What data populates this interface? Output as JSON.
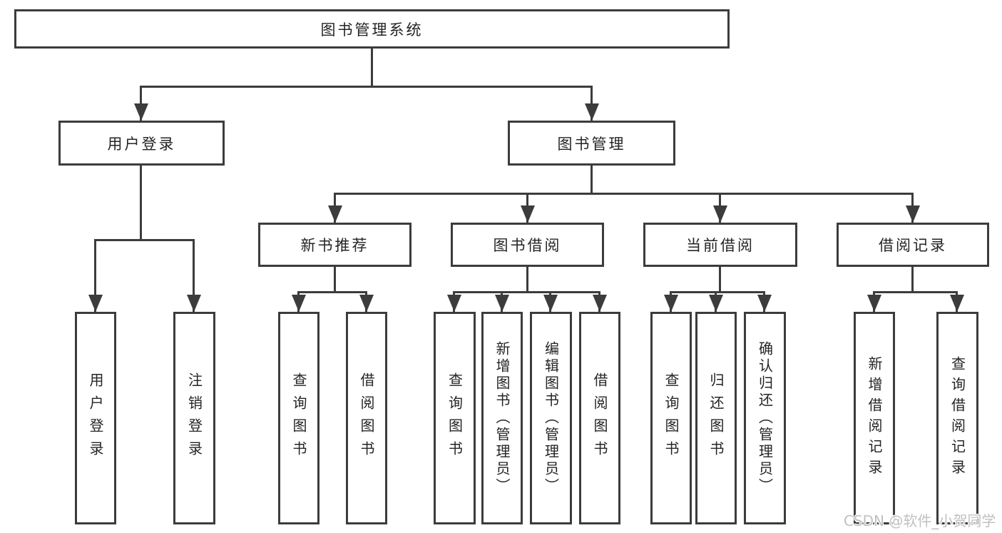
{
  "tree": {
    "root": {
      "label": "图书管理系统",
      "children": [
        {
          "label": "用户登录",
          "children": [
            {
              "label": "用户登录"
            },
            {
              "label": "注销登录"
            }
          ]
        },
        {
          "label": "图书管理",
          "children": [
            {
              "label": "新书推荐",
              "children": [
                {
                  "label": "查询图书"
                },
                {
                  "label": "借阅图书"
                }
              ]
            },
            {
              "label": "图书借阅",
              "children": [
                {
                  "label": "查询图书"
                },
                {
                  "label": "新增图书（管理员）"
                },
                {
                  "label": "编辑图书（管理员）"
                },
                {
                  "label": "借阅图书"
                }
              ]
            },
            {
              "label": "当前借阅",
              "children": [
                {
                  "label": "查询图书"
                },
                {
                  "label": "归还图书"
                },
                {
                  "label": "确认归还（管理员）"
                }
              ]
            },
            {
              "label": "借阅记录",
              "children": [
                {
                  "label": "新增借阅记录"
                },
                {
                  "label": "查询借阅记录"
                }
              ]
            }
          ]
        }
      ]
    }
  },
  "watermark": "CSDN @软件_小贺同学",
  "colors": {
    "line": "#3c3c3c",
    "box_border": "#3c3c3c",
    "text": "#242424",
    "watermark": "#c0c0c0",
    "background": "#ffffff"
  }
}
